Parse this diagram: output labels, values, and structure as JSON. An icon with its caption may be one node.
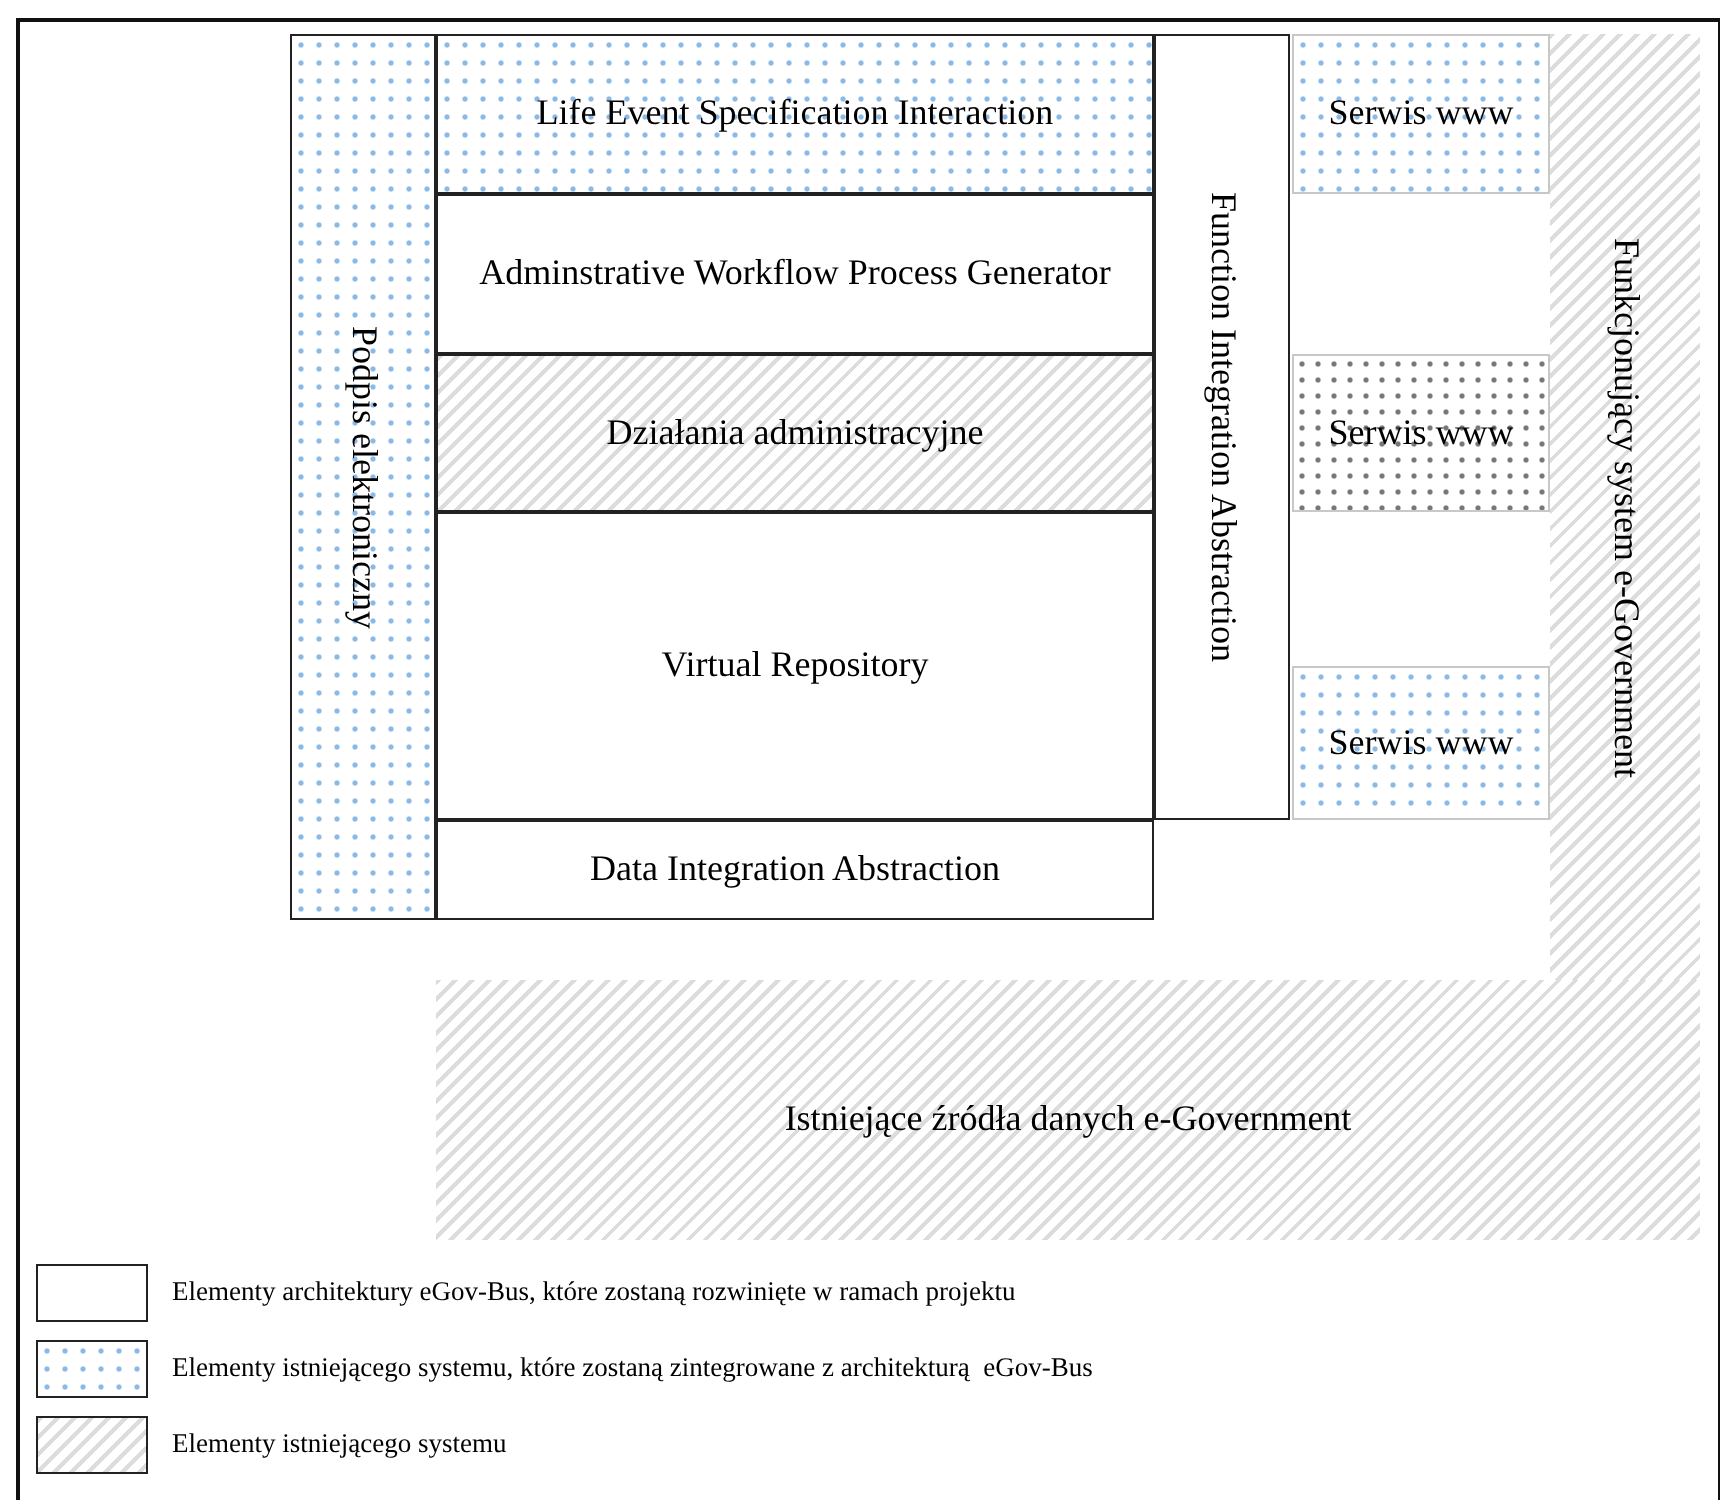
{
  "diagram": {
    "nodes": [
      {
        "text": [
          "Podpis elektroniczny"
        ]
      },
      {
        "text": [
          "Life Event Specification Interaction"
        ]
      },
      {
        "text": [
          "Adminstrative Workflow Process Generator"
        ]
      },
      {
        "text": [
          "Działania administracyjne"
        ]
      },
      {
        "text": [
          "Virtual Repository"
        ]
      },
      {
        "text": [
          "Data Integration Abstraction"
        ]
      },
      {
        "text": [
          "Function Integration Abstraction"
        ]
      },
      {
        "text": [
          "Serwis www"
        ]
      },
      {
        "text": [
          "Serwis www"
        ]
      },
      {
        "text": [
          "Serwis www"
        ]
      },
      {
        "text": [
          "Funkcjonujący system e-Government"
        ]
      },
      {
        "text": [
          "Istniejące źródła danych e-Government"
        ]
      }
    ],
    "legend": [
      {
        "text": "Elementy architektury eGov-Bus, które zostaną rozwinięte w ramach projektu"
      },
      {
        "text": "Elementy istniejącego systemu, które zostaną zintegrowane z architekturą  eGov-Bus"
      },
      {
        "text": "Elementy istniejącego systemu"
      }
    ]
  }
}
